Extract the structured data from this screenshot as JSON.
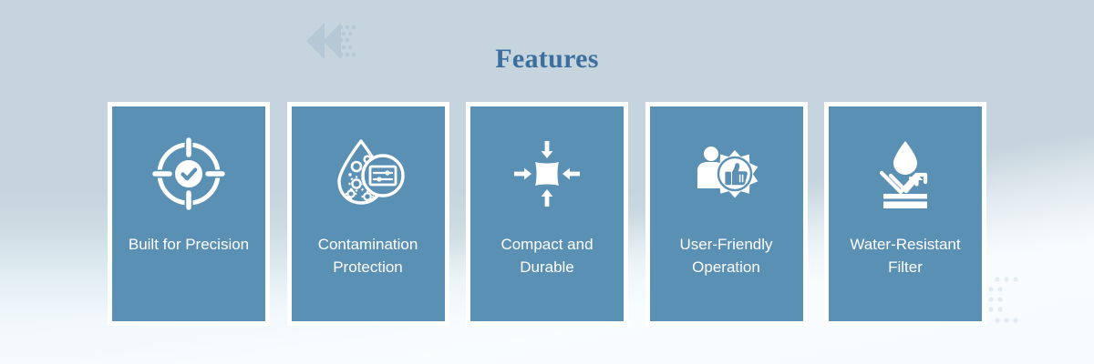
{
  "header": {
    "title": "Features"
  },
  "theme": {
    "background_top": "#c6d4dd",
    "background_bottom": "#f4fbfd",
    "card_fill": "#5b90b5",
    "card_border": "#ffffff",
    "title_color": "#3d6f9e",
    "label_color": "#ffffff",
    "decoration_color": "#b3c6d4"
  },
  "decorations": [
    {
      "name": "chevron-left-decoration",
      "icon": "double-chevron-left-icon"
    },
    {
      "name": "dot-matrix-decoration",
      "icon": "dot-matrix-icon"
    }
  ],
  "cards": [
    {
      "label": "Built for Precision",
      "icon": "target-check-icon"
    },
    {
      "label": "Contamination Protection",
      "icon": "droplet-germs-control-icon"
    },
    {
      "label": "Compact and Durable",
      "icon": "compress-arrows-icon"
    },
    {
      "label": "User-Friendly Operation",
      "icon": "user-thumbs-up-badge-icon"
    },
    {
      "label": "Water-Resistant Filter",
      "icon": "water-repellent-layers-icon"
    }
  ]
}
